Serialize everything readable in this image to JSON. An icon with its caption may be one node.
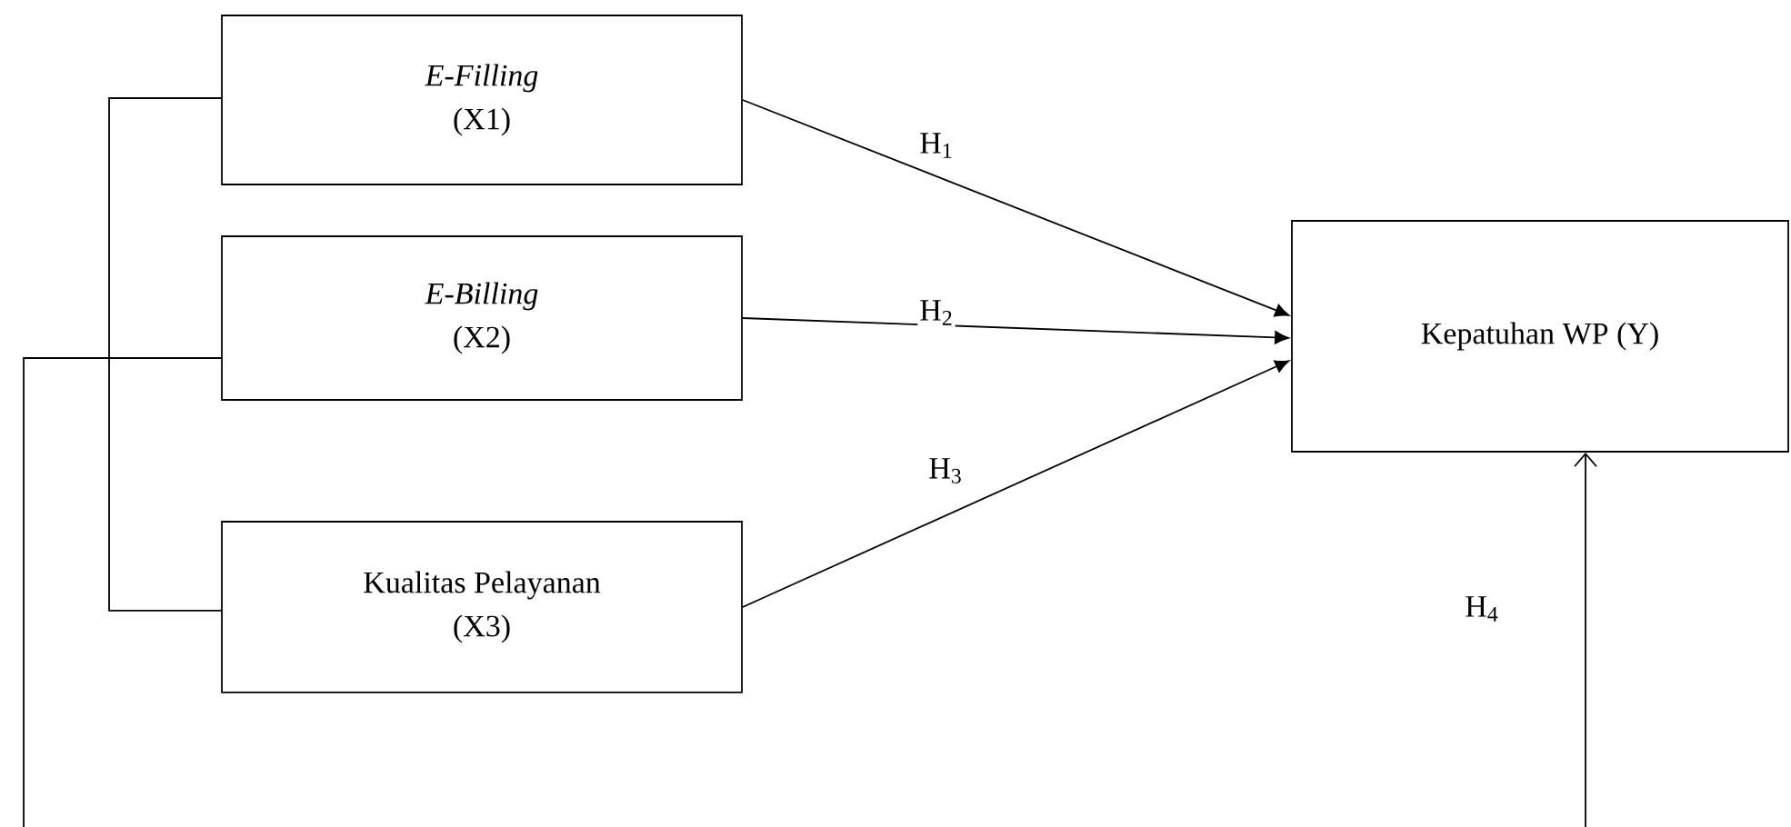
{
  "diagram": {
    "nodes": [
      {
        "text": [
          "E-Filling",
          "(X1)"
        ]
      },
      {
        "text": [
          "E-Billing",
          "(X2)"
        ]
      },
      {
        "text": [
          "Kualitas Pelayanan",
          "(X3)"
        ]
      },
      {
        "text": [
          "Kepatuhan WP (Y)"
        ]
      }
    ],
    "edges": [
      {
        "from": 0,
        "to": 3,
        "arrow": "to",
        "label": "H$_{1}$"
      },
      {
        "from": 1,
        "to": 3,
        "arrow": "to",
        "label": "H$_{2}$"
      },
      {
        "from": 2,
        "to": 3,
        "arrow": "to",
        "label": "H$_{3}$"
      },
      {
        "from": 0,
        "to": 2,
        "arrow": "none"
      },
      {
        "from": 1,
        "to": null,
        "arrow": "none"
      },
      {
        "from": null,
        "to": 3,
        "arrow": "to",
        "label": "H$_{4}$"
      }
    ]
  }
}
